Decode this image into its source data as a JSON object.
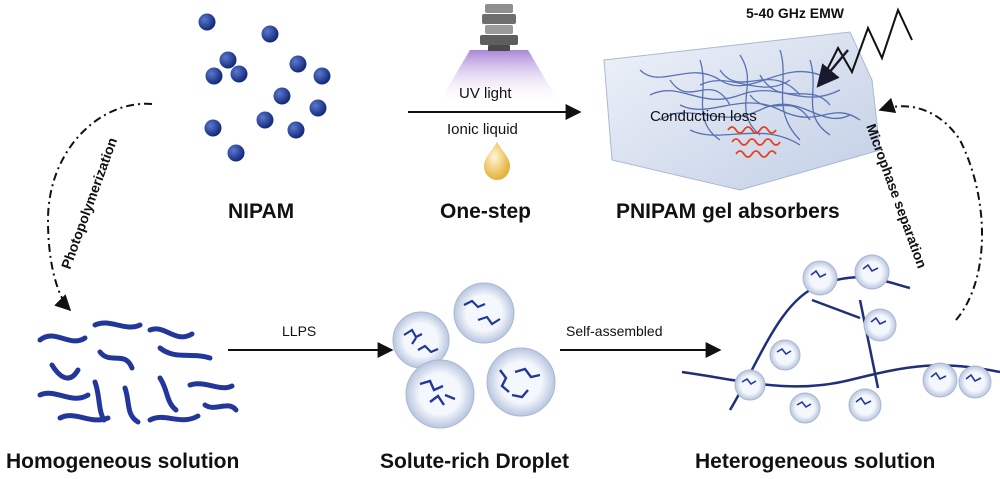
{
  "diagram": {
    "monomer_label": "NIPAM",
    "method_label": "One-step",
    "product_label": "PNIPAM gel absorbers",
    "uv_label": "UV light",
    "ionic_label": "Ionic liquid",
    "emw_label": "5-40 GHz EMW",
    "loss_label": "Conduction loss",
    "photopolymerization_label": "Photopolymerization",
    "microphase_label": "Microphase separation",
    "homogeneous_label": "Homogeneous solution",
    "droplet_label": "Solute-rich Droplet",
    "heterogeneous_label": "Heterogeneous solution",
    "llps_label": "LLPS",
    "selfassembled_label": "Self-assembled",
    "colors": {
      "navy": "#1f3a8a",
      "chain": "#23379a",
      "gel": "#cdd8ea",
      "loss": "#e8401e",
      "uv": "#b48ad6",
      "drop": "#f2c24a"
    }
  }
}
